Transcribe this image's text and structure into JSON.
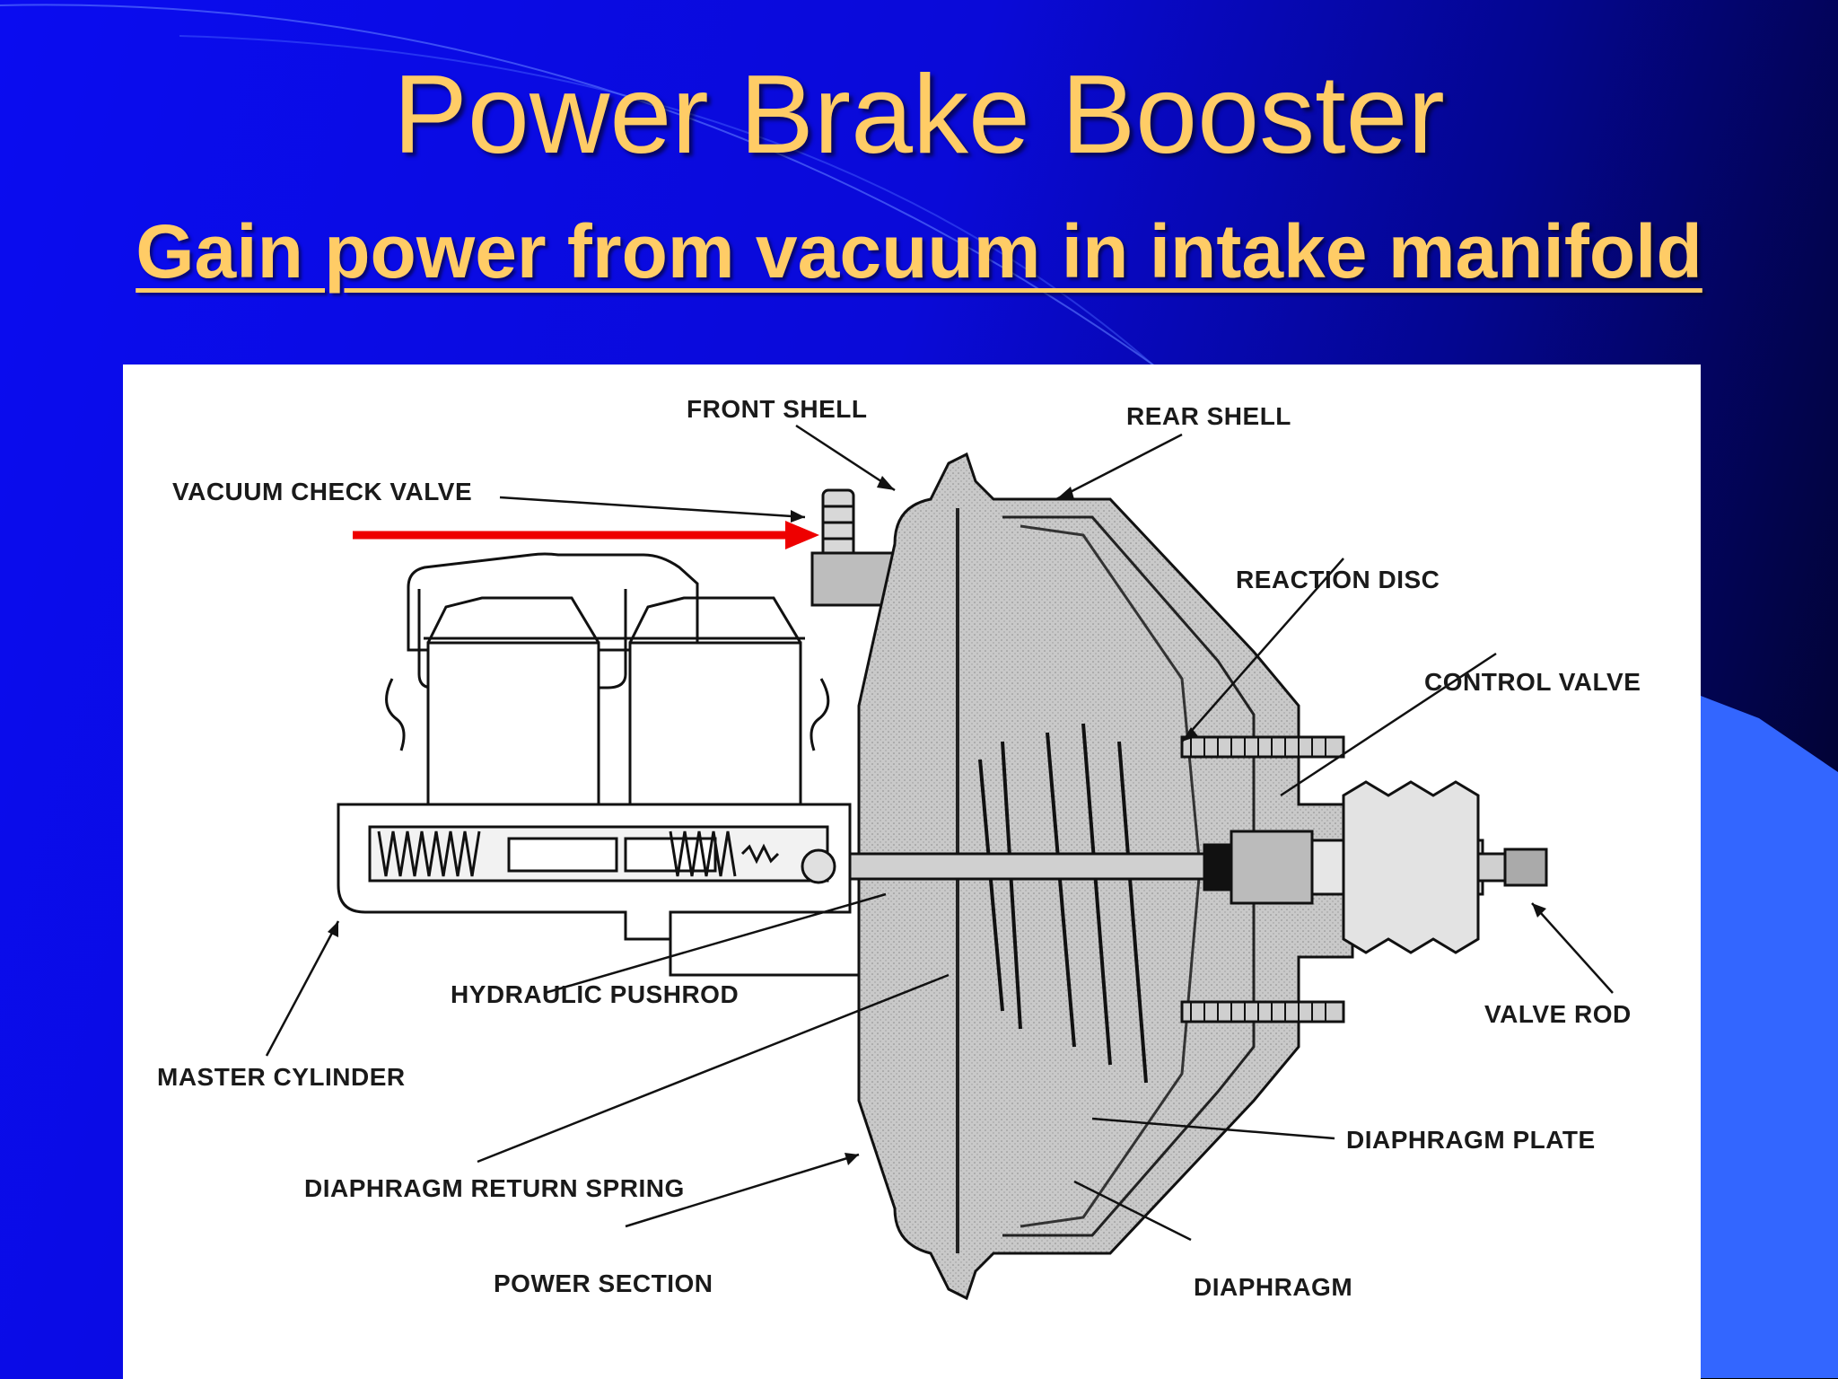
{
  "slide": {
    "title": "Power Brake Booster",
    "subtitle": "Gain power from vacuum in intake manifold"
  },
  "diagram": {
    "labels": {
      "front_shell": "FRONT SHELL",
      "rear_shell": "REAR SHELL",
      "vacuum_check_valve": "VACUUM CHECK VALVE",
      "reaction_disc": "REACTION DISC",
      "control_valve": "CONTROL VALVE",
      "hydraulic_pushrod": "HYDRAULIC PUSHROD",
      "master_cylinder": "MASTER CYLINDER",
      "valve_rod": "VALVE ROD",
      "diaphragm_plate": "DIAPHRAGM PLATE",
      "diaphragm_return_spring": "DIAPHRAGM RETURN SPRING",
      "power_section": "POWER SECTION",
      "diaphragm": "DIAPHRAGM"
    },
    "highlight_arrow_color": "#ee0000"
  },
  "colors": {
    "title": "#ffcc66",
    "background": "#0a0cf0",
    "accent": "#3366ff"
  }
}
